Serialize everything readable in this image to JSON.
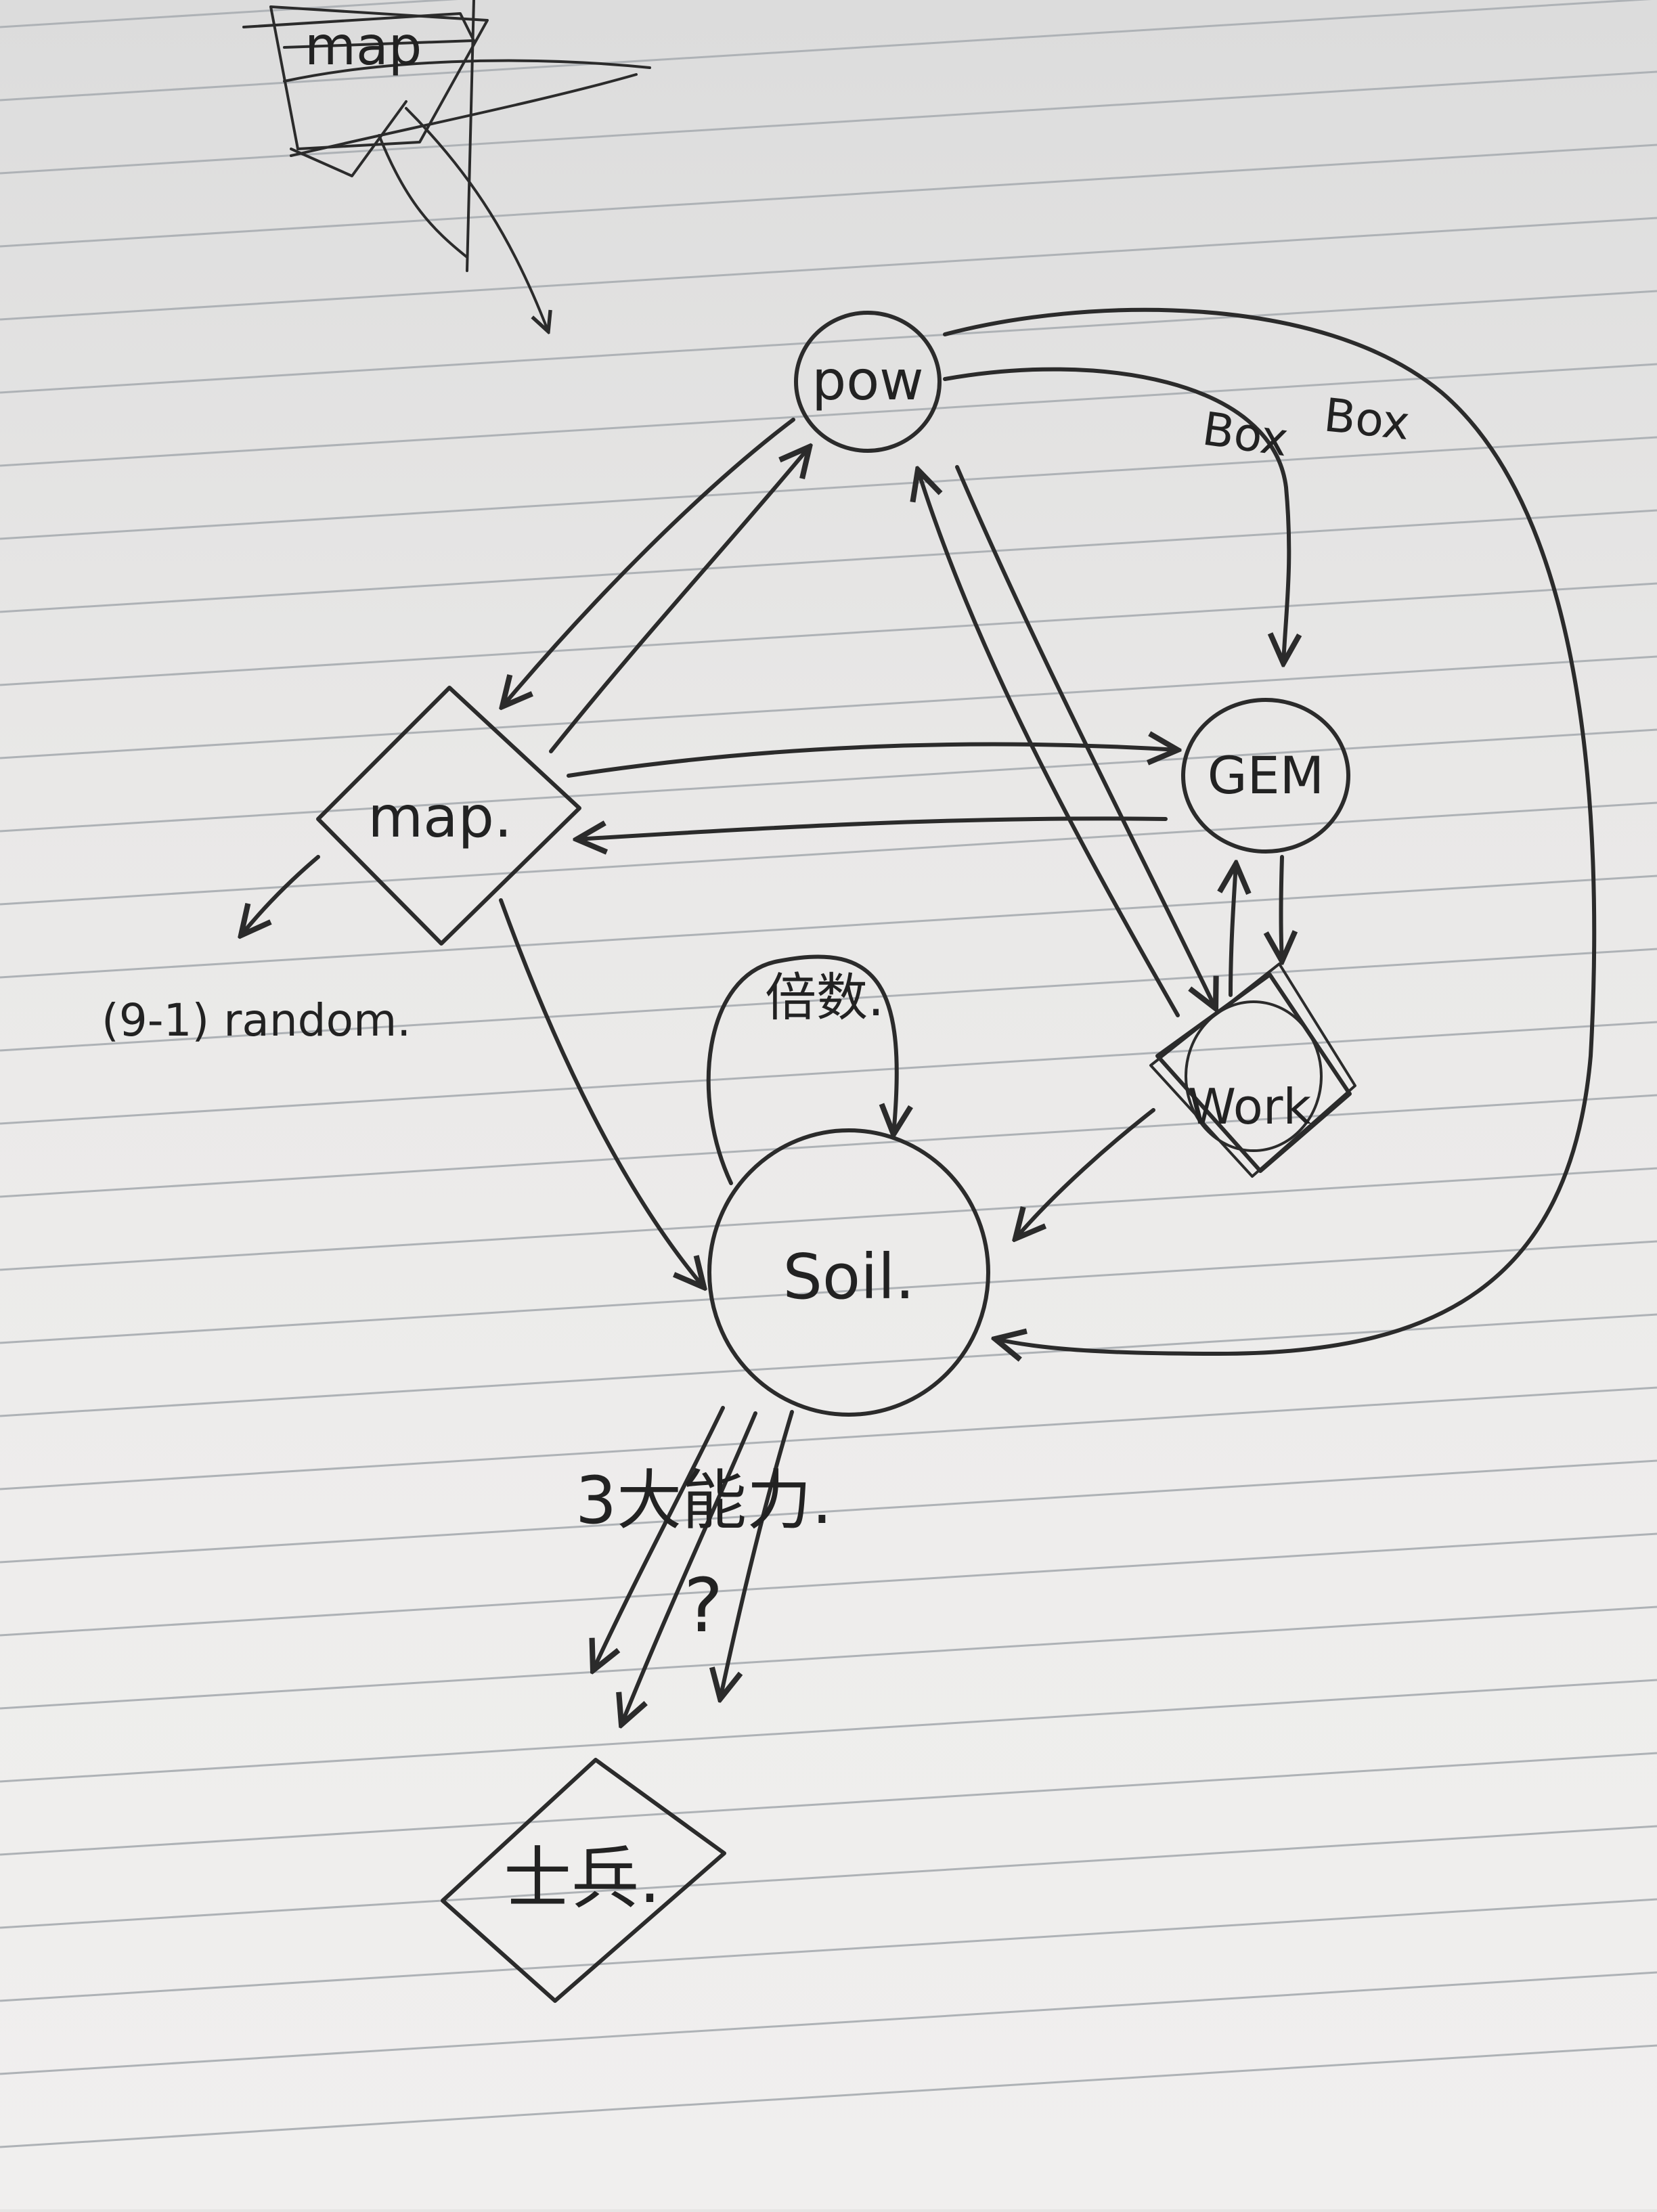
{
  "colors": {
    "paper": "#eeedec",
    "rule": "#aeb2b6",
    "ink": "#2b2b2b"
  },
  "nodes": {
    "pow": "pow",
    "gem": "GEM",
    "work": "Work",
    "map": "map.",
    "map_sketch": "map",
    "soil": "Soil.",
    "soldier": "士兵."
  },
  "labels": {
    "box1": "Box",
    "box2": "Box",
    "random": "(9-1) random.",
    "multiplier": "倍数.",
    "three_abilities": "3大能力.",
    "question": "?"
  }
}
